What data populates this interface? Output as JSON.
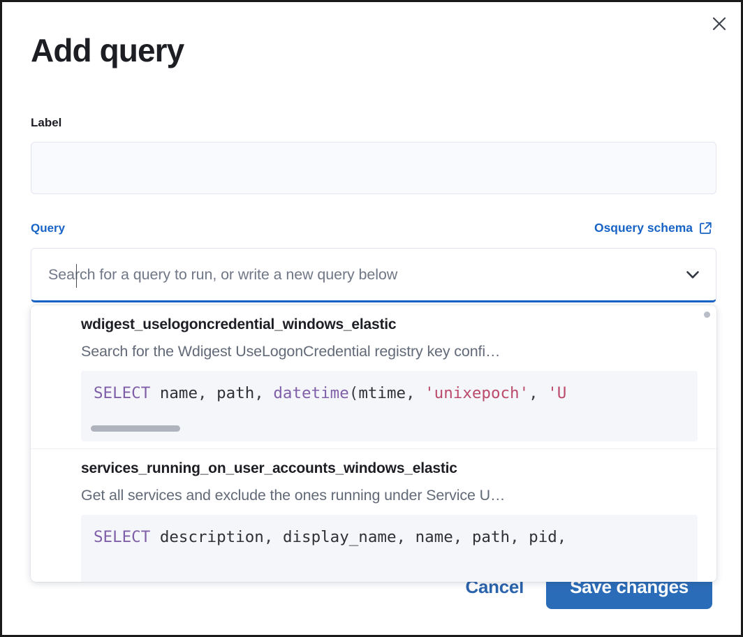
{
  "flyout": {
    "title": "Add query",
    "close_icon": "close-icon"
  },
  "label_field": {
    "label": "Label",
    "value": "",
    "placeholder": ""
  },
  "query_field": {
    "label": "Query",
    "schema_link": "Osquery schema",
    "schema_link_icon": "external-link-icon",
    "combo_placeholder": "Search for a query to run, or write a new query below",
    "combo_value": "",
    "chevron_icon": "chevron-down-icon"
  },
  "dropdown": {
    "items": [
      {
        "title": "wdigest_uselogoncredential_windows_elastic",
        "description": "Search for the Wdigest UseLogonCredential registry key confi…",
        "code_tokens": [
          {
            "t": "SELECT",
            "c": "kw"
          },
          {
            "t": " ",
            "c": "punc"
          },
          {
            "t": "name",
            "c": "id"
          },
          {
            "t": ", ",
            "c": "punc"
          },
          {
            "t": "path",
            "c": "id"
          },
          {
            "t": ", ",
            "c": "punc"
          },
          {
            "t": "datetime",
            "c": "fn"
          },
          {
            "t": "(",
            "c": "punc"
          },
          {
            "t": "mtime",
            "c": "id"
          },
          {
            "t": ", ",
            "c": "punc"
          },
          {
            "t": "'unixepoch'",
            "c": "str"
          },
          {
            "t": ", ",
            "c": "punc"
          },
          {
            "t": "'U",
            "c": "str"
          }
        ],
        "has_hscrollbar": true
      },
      {
        "title": "services_running_on_user_accounts_windows_elastic",
        "description": "Get all services and exclude the ones running under Service U…",
        "code_tokens": [
          {
            "t": "SELECT",
            "c": "kw"
          },
          {
            "t": " ",
            "c": "punc"
          },
          {
            "t": "description",
            "c": "id"
          },
          {
            "t": ", ",
            "c": "punc"
          },
          {
            "t": "display_name",
            "c": "id"
          },
          {
            "t": ", ",
            "c": "punc"
          },
          {
            "t": "name",
            "c": "id"
          },
          {
            "t": ", ",
            "c": "punc"
          },
          {
            "t": "path",
            "c": "id"
          },
          {
            "t": ", ",
            "c": "punc"
          },
          {
            "t": "pid",
            "c": "id"
          },
          {
            "t": ",",
            "c": "punc"
          }
        ],
        "has_hscrollbar": false
      }
    ]
  },
  "footer": {
    "cancel_label": "Cancel",
    "save_label": "Save changes"
  },
  "colors": {
    "accent_blue": "#1863c6",
    "primary_button": "#2b6cb8",
    "keyword_purple": "#7f5fa8",
    "string_rose": "#bb4a6b",
    "text_dark": "#1d1e24",
    "muted_text": "#626a78"
  }
}
